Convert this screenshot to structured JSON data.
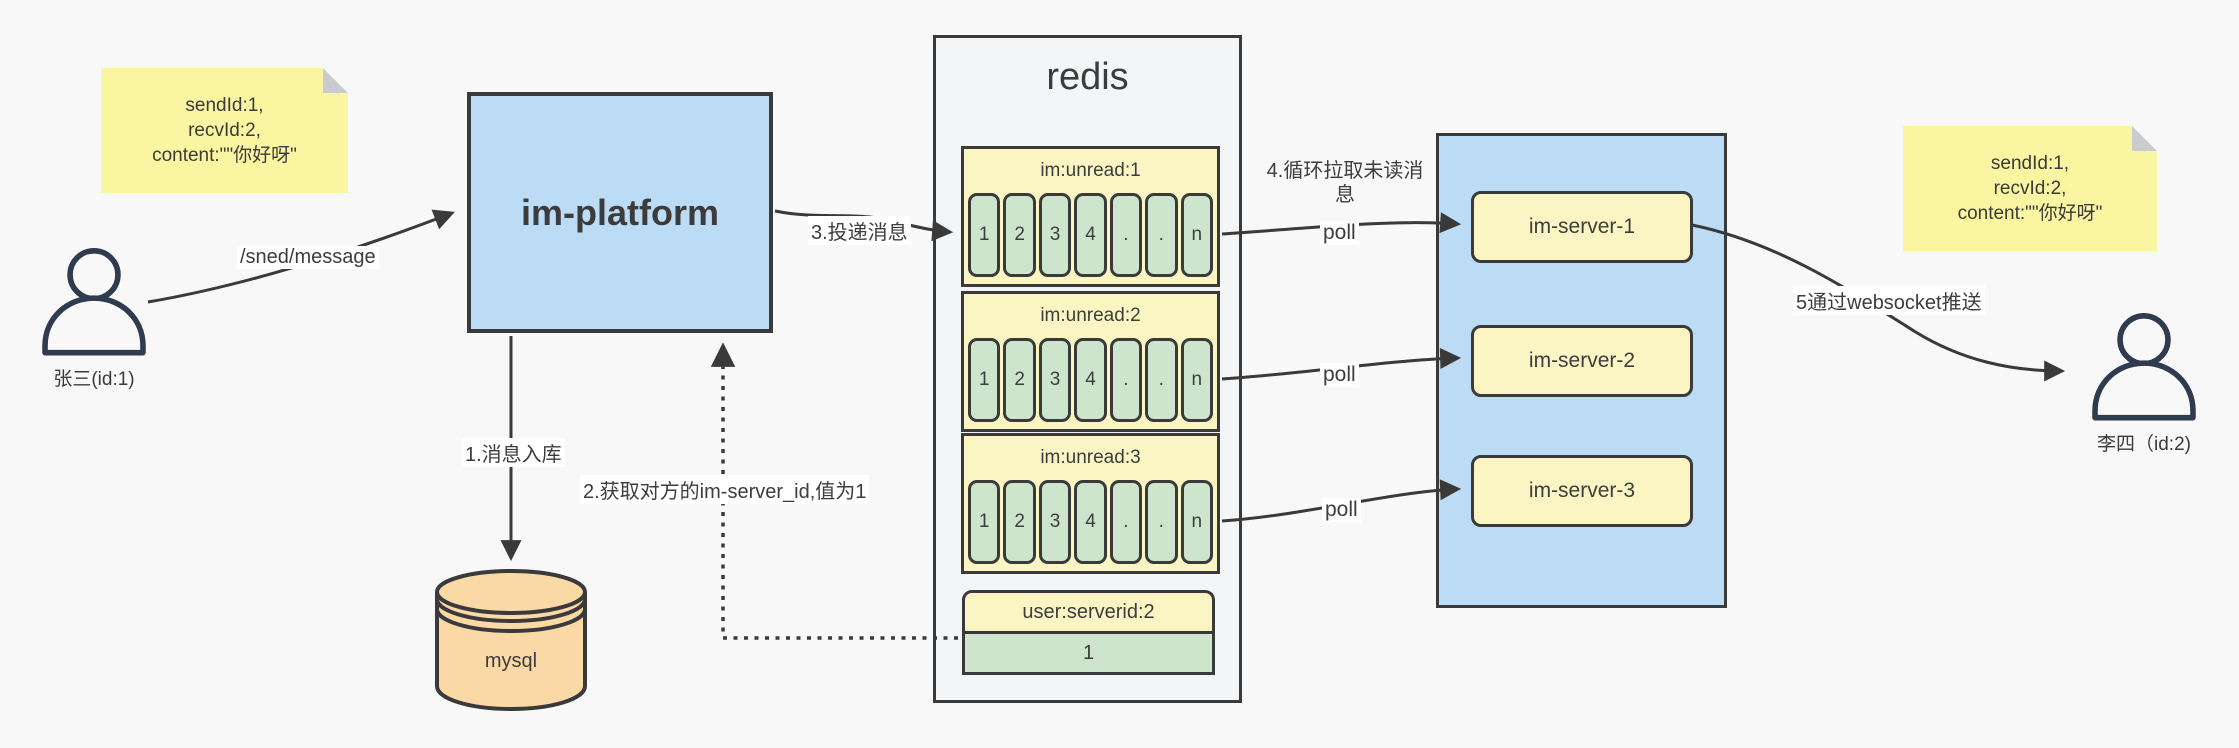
{
  "diagram": {
    "background": "#f8f8f8",
    "colors": {
      "box_blue": "#bcdcf5",
      "note_yellow": "#f9f5a1",
      "pale_yellow": "#fbf5c3",
      "cell_green": "#cde5cd",
      "db_peach": "#fbd9a7",
      "line_dark": "#3a3a3a"
    }
  },
  "sticky_left": {
    "line1": "sendId:1,",
    "line2": "recvId:2,",
    "line3": "content:\"\"你好呀\""
  },
  "sticky_right": {
    "line1": "sendId:1,",
    "line2": "recvId:2,",
    "line3": "content:\"\"你好呀\""
  },
  "sender": {
    "label": "张三(id:1)"
  },
  "receiver": {
    "label": "李四（id:2)"
  },
  "platform": {
    "label": "im-platform"
  },
  "database": {
    "label": "mysql"
  },
  "redis": {
    "title": "redis",
    "queues": [
      {
        "title": "im:unread:1",
        "cells": [
          "1",
          "2",
          "3",
          "4",
          ".",
          ".",
          "n"
        ]
      },
      {
        "title": "im:unread:2",
        "cells": [
          "1",
          "2",
          "3",
          "4",
          ".",
          ".",
          "n"
        ]
      },
      {
        "title": "im:unread:3",
        "cells": [
          "1",
          "2",
          "3",
          "4",
          ".",
          ".",
          "n"
        ]
      }
    ],
    "mapping": {
      "title": "user:serverid:2",
      "value": "1"
    }
  },
  "server_cluster": {
    "servers": [
      {
        "label": "im-server-1"
      },
      {
        "label": "im-server-2"
      },
      {
        "label": "im-server-3"
      }
    ]
  },
  "flow_labels": {
    "send_api": "/sned/message",
    "step1": "1.消息入库",
    "step2": "2.获取对方的im-server_id,值为1",
    "step3": "3.投递消息",
    "step4": "4.循环拉取未读消息",
    "step5": "5通过websocket推送",
    "poll": "poll"
  }
}
